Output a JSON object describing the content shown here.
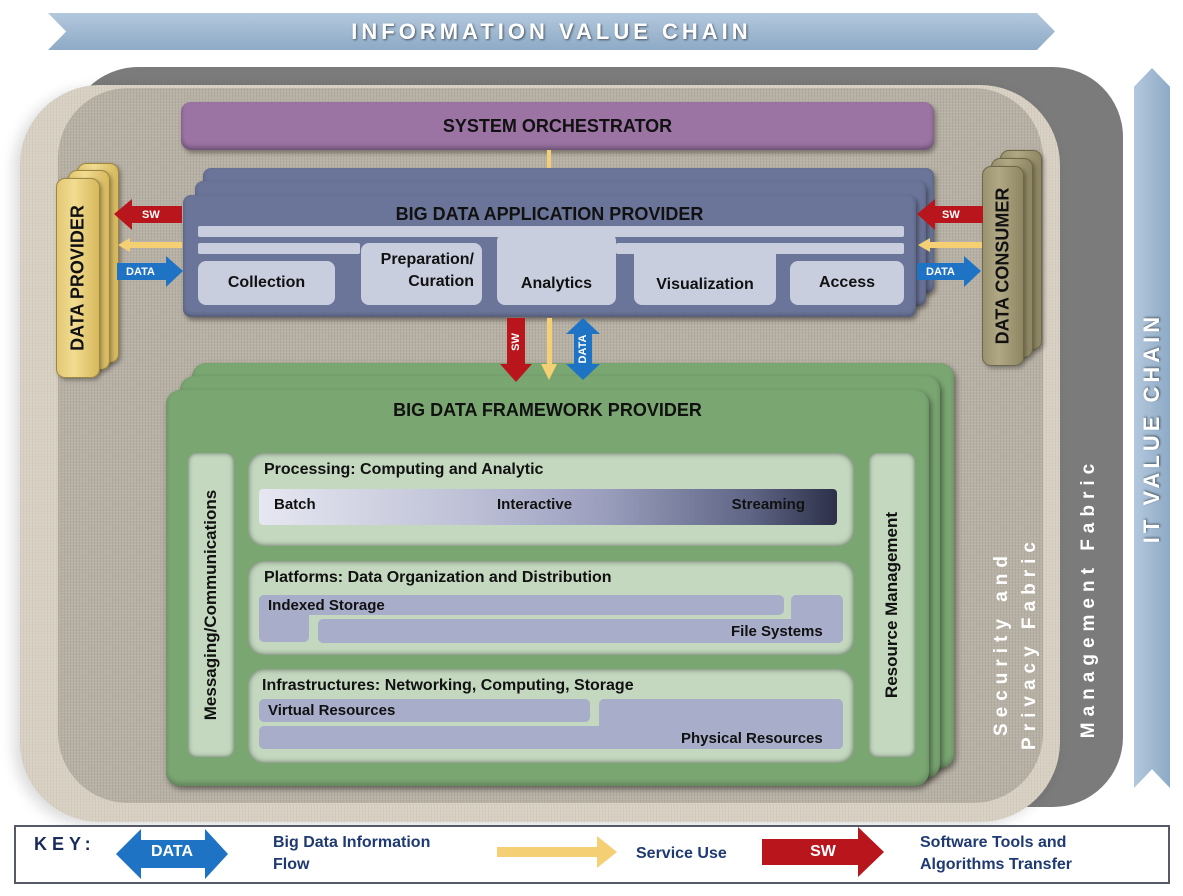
{
  "header": {
    "information_value_chain": "INFORMATION VALUE CHAIN"
  },
  "side": {
    "it_value_chain": "IT VALUE CHAIN"
  },
  "fabrics": {
    "security_line1": "Security and",
    "security_line2": "Privacy Fabric",
    "management": "Management Fabric"
  },
  "orchestrator": {
    "title": "SYSTEM ORCHESTRATOR"
  },
  "data_provider": {
    "title": "DATA PROVIDER"
  },
  "data_consumer": {
    "title": "DATA CONSUMER"
  },
  "application_provider": {
    "title": "BIG DATA APPLICATION PROVIDER",
    "activities": [
      {
        "label": "Collection"
      },
      {
        "label": "Preparation/ Curation",
        "line1": "Preparation/",
        "line2": "Curation"
      },
      {
        "label": "Analytics"
      },
      {
        "label": "Visualization"
      },
      {
        "label": "Access"
      }
    ]
  },
  "arrows": {
    "sw_label": "SW",
    "data_label": "DATA"
  },
  "framework_provider": {
    "title": "BIG DATA FRAMEWORK PROVIDER",
    "left_column": "Messaging/Communications",
    "right_column": "Resource Management",
    "processing": {
      "title": "Processing: Computing and Analytic",
      "spectrum": [
        "Batch",
        "Interactive",
        "Streaming"
      ]
    },
    "platforms": {
      "title": "Platforms: Data Organization and Distribution",
      "items": [
        "Indexed Storage",
        "File Systems"
      ]
    },
    "infrastructures": {
      "title": "Infrastructures: Networking, Computing, Storage",
      "items": [
        "Virtual Resources",
        "Physical Resources"
      ]
    }
  },
  "key": {
    "title": "KEY:",
    "items": [
      {
        "symbol": "DATA",
        "description_line1": "Big Data Information",
        "description_line2": "Flow",
        "color": "#1f73c4"
      },
      {
        "symbol": "",
        "description_line1": "Service Use",
        "description_line2": "",
        "color": "#f4cf73"
      },
      {
        "symbol": "SW",
        "description_line1": "Software Tools and",
        "description_line2": "Algorithms Transfer",
        "color": "#b8161c"
      }
    ]
  },
  "colors": {
    "orchestrator": "#9b74a4",
    "application_provider": "#6b7599",
    "framework_provider": "#7aa672",
    "data_provider": "#e8cd7a",
    "data_consumer": "#a39b76",
    "sw_arrow": "#b8161c",
    "data_arrow": "#1f73c4",
    "service_arrow": "#f4cf73",
    "value_chain": "#a2bbd4",
    "management_fabric": "#7b7b7b"
  }
}
